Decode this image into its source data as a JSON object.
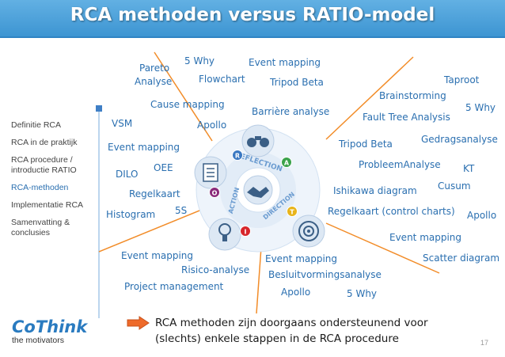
{
  "slide": {
    "title": "RCA methoden versus RATIO-model",
    "page_number": "17",
    "footer_line1": "RCA methoden zijn doorgaans ondersteunend voor",
    "footer_line2": "(slechts) enkele stappen in de RCA procedure"
  },
  "sidebar": {
    "items": [
      {
        "label": "Definitie RCA",
        "active": false
      },
      {
        "label": "RCA in de praktijk",
        "active": false
      },
      {
        "label": "RCA procedure / introductie RATIO",
        "active": false
      },
      {
        "label": "RCA-methoden",
        "active": true
      },
      {
        "label": "Implementatie RCA",
        "active": false
      },
      {
        "label": "Samenvatting & conclusies",
        "active": false
      }
    ]
  },
  "logo": {
    "brand": "CoThink",
    "tagline": "the motivators"
  },
  "wheel": {
    "labels": [
      "REFLECTION",
      "ACTION",
      "DIRECTION"
    ],
    "letters": [
      "R",
      "A",
      "T",
      "I",
      "O"
    ]
  },
  "methods": {
    "m1": "Pareto",
    "m2": "Analyse",
    "m3": "5 Why",
    "m4": "Flowchart",
    "m5": "Event mapping",
    "m6": "Tripod Beta",
    "m7": "Taproot",
    "m8": "Brainstorming",
    "m9": "5 Why",
    "m10": "Cause mapping",
    "m11": "Barrière analyse",
    "m12": "Fault Tree Analysis",
    "m13": "VSM",
    "m14": "Apollo",
    "m15": "Event mapping",
    "m16": "Tripod Beta",
    "m17": "Gedragsanalyse",
    "m18": "DILO",
    "m19": "OEE",
    "m20": "ProbleemAnalyse",
    "m21": "KT",
    "m22": "Regelkaart",
    "m23": "Ishikawa diagram",
    "m24": "Cusum",
    "m25": "Histogram",
    "m26": "5S",
    "m27": "Regelkaart (control charts)",
    "m28": "Apollo",
    "m29": "Event mapping",
    "m30": "Event mapping",
    "m31": "Risico-analyse",
    "m32": "Event mapping",
    "m33": "Scatter diagram",
    "m34": "Besluitvormingsanalyse",
    "m35": "Project management",
    "m36": "Apollo",
    "m37": "5 Why"
  },
  "colors": {
    "header": "#3d95d2",
    "method_text": "#2a6fb0",
    "lines": "#f28c28",
    "arrow": "#ee6a2a",
    "circle_R": "#3a78c2",
    "circle_A": "#3aa24a",
    "circle_T": "#e8b41a",
    "circle_I": "#d7262c",
    "circle_O": "#8a2a7a"
  },
  "icons": [
    "binoculars-icon",
    "handshake-icon",
    "target-icon",
    "checklist-icon",
    "idea-hand-icon"
  ]
}
